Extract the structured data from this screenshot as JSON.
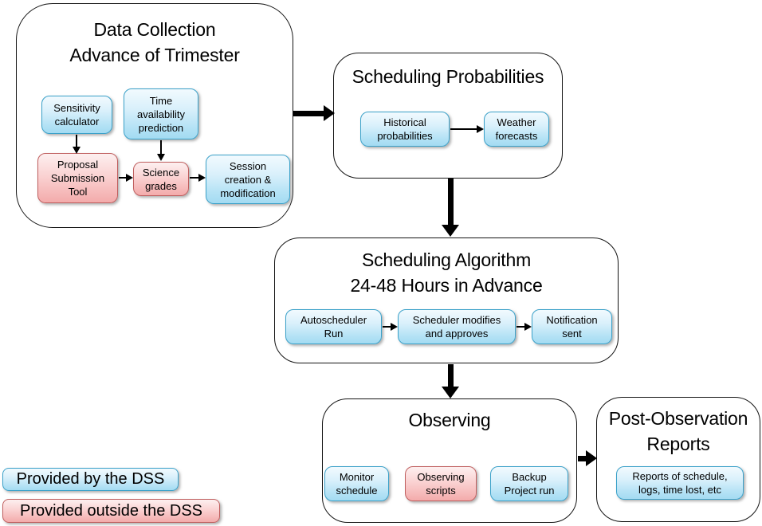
{
  "colors": {
    "blue_fill_top": "#f2fafe",
    "blue_fill_bottom": "#a3dbf2",
    "blue_border": "#3ba1c9",
    "pink_fill_top": "#fdf0f0",
    "pink_fill_bottom": "#f3abab",
    "pink_border": "#c05f5f",
    "container_border": "#141414",
    "arrow": "#000000"
  },
  "sections": {
    "data_collection": {
      "title": "Data Collection\nAdvance of Trimester",
      "nodes": {
        "sensitivity_calculator": "Sensitivity\ncalculator",
        "time_availability": "Time\navailability\nprediction",
        "proposal_submission": "Proposal\nSubmission\nTool",
        "science_grades": "Science\ngrades",
        "session_creation": "Session\ncreation &\nmodification"
      }
    },
    "scheduling_probabilities": {
      "title": "Scheduling Probabilities",
      "nodes": {
        "historical_probabilities": "Historical\nprobabilities",
        "weather_forecasts": "Weather\nforecasts"
      }
    },
    "scheduling_algorithm": {
      "title": "Scheduling Algorithm\n24-48 Hours in Advance",
      "nodes": {
        "autoscheduler_run": "Autoscheduler\nRun",
        "scheduler_modifies": "Scheduler modifies\nand approves",
        "notification_sent": "Notification\nsent"
      }
    },
    "observing": {
      "title": "Observing",
      "nodes": {
        "monitor_schedule": "Monitor\nschedule",
        "observing_scripts": "Observing\nscripts",
        "backup_project": "Backup\nProject run"
      }
    },
    "post_observation": {
      "title": "Post-Observation\nReports",
      "nodes": {
        "reports": "Reports of schedule,\nlogs, time lost, etc"
      }
    }
  },
  "legend": {
    "provided_by": "Provided by the DSS",
    "provided_outside": "Provided outside the DSS"
  }
}
